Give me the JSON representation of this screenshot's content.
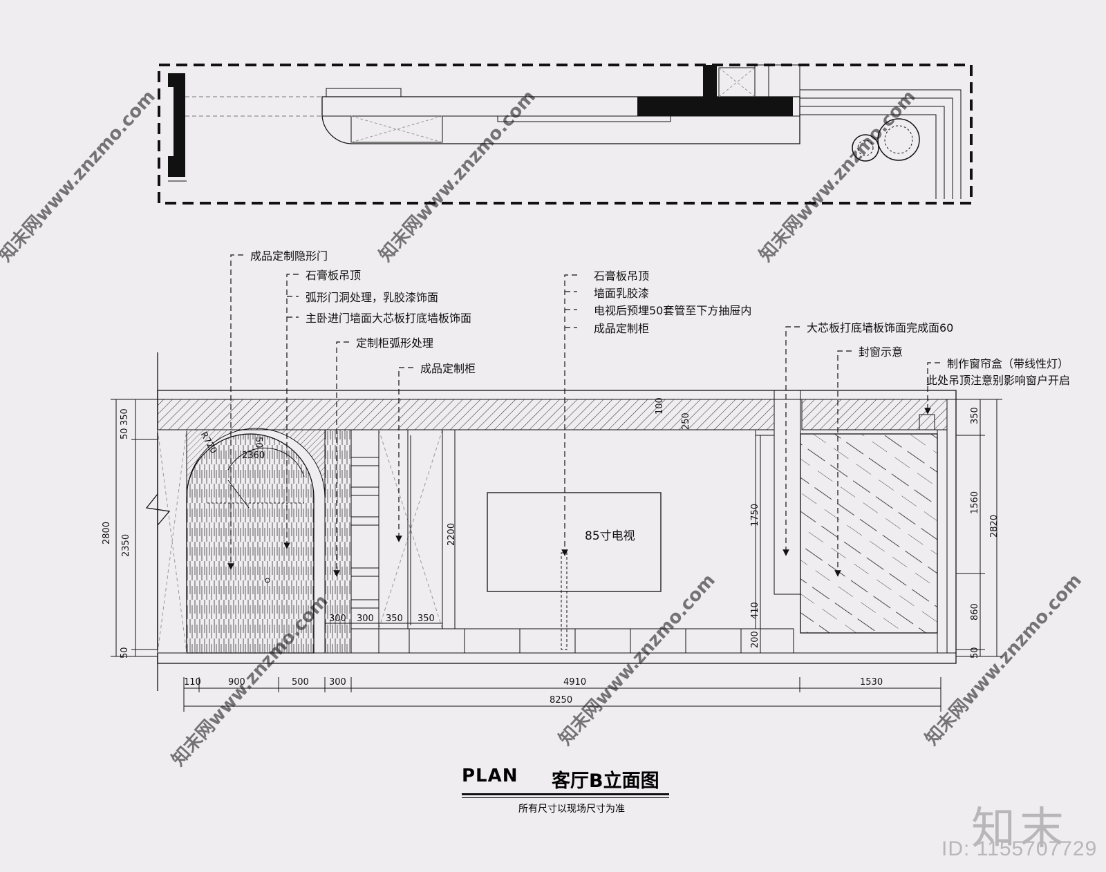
{
  "plan_view": {
    "label": "floor-plan-top-view"
  },
  "callouts": {
    "door": "成品定制隐形门",
    "ceiling_left": "石膏板吊顶",
    "arch": "弧形门洞处理，乳胶漆饰面",
    "bedroom_wall": "主卧进门墙面大芯板打底墙板饰面",
    "arc_cabinet": "定制柜弧形处理",
    "cabinet_left": "成品定制柜",
    "ceiling_mid": "石膏板吊顶",
    "wall_latex": "墙面乳胶漆",
    "tv_pipe": "电视后预埋50套管至下方抽屉内",
    "cabinet_mid": "成品定制柜",
    "panel_wall": "大芯板打底墙板饰面完成面60",
    "window_seal": "封窗示意",
    "curtain_box": "制作窗帘盒（带线性灯）",
    "curtain_note": "此处吊顶注意别影响窗户开启"
  },
  "elevation": {
    "tv_label": "85寸电视",
    "arch_radius": "R720",
    "arch_small": "50",
    "arch_width": "2360",
    "ceiling_dims": [
      "100",
      "250"
    ],
    "cabinet_height": "2200",
    "cabinet_bottoms": [
      "300",
      "300",
      "350",
      "350"
    ],
    "panel_dims": [
      "1750",
      "410",
      "200"
    ]
  },
  "dims_left": {
    "top": [
      "50",
      "350"
    ],
    "mid": "2350",
    "total": "2800",
    "bottom": "50"
  },
  "dims_right": {
    "top": "350",
    "mid": "1560",
    "low": "860",
    "bottom": "50",
    "total": "2820"
  },
  "dims_bottom": {
    "segments": [
      "110",
      "900",
      "500",
      "300",
      "4910",
      "1530"
    ],
    "total": "8250"
  },
  "title": {
    "plan_word": "PLAN",
    "name": "客厅B立面图",
    "note": "所有尺寸以现场尺寸为准"
  },
  "watermark": {
    "brand": "知末",
    "id": "ID: 1155707729",
    "text": "知末网www.znzmo.com"
  }
}
